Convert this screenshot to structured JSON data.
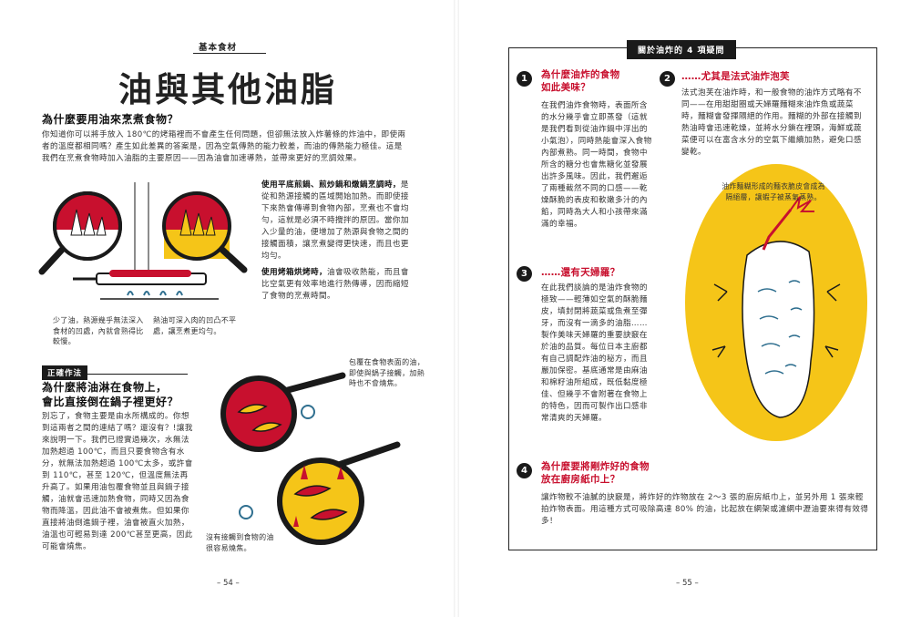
{
  "left_page": {
    "category": "基本食材",
    "title": "油與其他油脂",
    "section1": {
      "heading": "為什麼要用油來烹煮食物？",
      "body": "你知道你可以將手放入 180℃的烤箱裡而不會產生任何問題，但卻無法放入炸薯條的炸油中，即使兩者的溫度都相同嗎？產生如此差異的答案是，因為空氣傳熱的能力較差，而油的傳熱能力極佳。這是我們在烹煮食物時加入油脂的主要原因——因為油會加速導熱，並帶來更好的烹調效果。"
    },
    "pan_text": {
      "heading": "使用平底煎鍋、煎炒鍋和燉鍋烹調時，",
      "body": "是從和熱源接觸的區域開始加熱。而即使接下來熱會傳導到食物內部，烹煮也不會均勻，這就是必須不時攪拌的原因。當你加入少量的油，便增加了熱源與食物之間的接觸面積，讓烹煮變得更快速，而且也更均勻。"
    },
    "oven_text": {
      "heading": "使用烤箱烘烤時，",
      "body": "油會吸收熱能，而且會比空氣更有效率地進行熱傳導，因而縮短了食物的烹煮時間。"
    },
    "caption_left": "少了油，熱源幾乎無法深入食材的凹處，內就會熟得比較慢。",
    "caption_right": "熱油可深入肉的凹凸不平處，讓烹煮更均勻。",
    "tag": "正確作法",
    "section2": {
      "heading_line1": "為什麼將油淋在食物上，",
      "heading_line2": "會比直接倒在鍋子裡更好？",
      "body": "別忘了，食物主要是由水所構成的。你想到這兩者之間的連結了嗎？還沒有？!讓我來說明一下。我們已證實過幾次，水無法加熱超過 100℃，而且只要食物含有水分，就無法加熱超過 100℃太多，或許會到 110℃，甚至 120℃，但溫度無法再升高了。如果用油包覆食物並且與鍋子接觸，油就會迅速加熱食物，同時又因為食物而降溫，因此油不會被煮焦。但如果你直接將油倒進鍋子裡，油會被直火加熱，油溫也可輕易到達 200℃甚至更高，因此可能會燒焦。"
    },
    "caption_wrap": "包覆在食物表面的油，即使與鍋子接觸，加熱時也不會燒焦。",
    "caption_bare": "沒有接觸到食物的油很容易燒焦。",
    "page_number": "– 54 –"
  },
  "right_page": {
    "box_header": "關於油炸的 4 項疑問",
    "q1": {
      "num": "1",
      "title_line1": "為什麼油炸的食物",
      "title_line2": "如此美味？",
      "body": "在我們油炸食物時，表面所含的水分幾乎會立即蒸發（這就是我們看到從油炸鍋中浮出的小氣泡），同時熱能會深入食物內部煮熟。同一時間，食物中所含的糖分也會焦糖化並發展出許多風味。因此，我們邂逅了兩種截然不同的口感——乾燥酥脆的表皮和軟嫩多汁的內餡，同時為大人和小孩帶來滿滿的幸福。"
    },
    "q2": {
      "num": "2",
      "title": "……尤其是法式油炸泡芙",
      "body": "法式泡芙在油炸時，和一般食物的油炸方式略有不同——在用甜甜圈或天婦羅麵糊來油炸魚或蔬菜時，麵糊會發揮隔絕的作用。麵糊的外部在接觸到熱油時會迅速乾燥，並將水分鎖在裡頭，海鮮或蔬菜便可以在富含水分的空氣下繼續加熱，避免口感變乾。"
    },
    "shrimp_caption": "油炸麵糊形成的麵衣脆皮會成為隔絕層，讓蝦子被蒸氣蒸熟。",
    "q3": {
      "num": "3",
      "title": "……還有天婦羅？",
      "body": "在此我們談論的是油炸食物的極致——輕薄如空氣的酥脆麵皮，填封閉將蔬菜或魚煮至彈牙，而沒有一滴多的油脂……製作美味天婦羅的重要訣竅在於油的品質。每位日本主廚都有自己調配炸油的秘方，而且嚴加保密。基底通常是由麻油和棉籽油所組成，既低黏度極佳、但幾乎不會附著在食物上的特色，因而可製作出口感非常清爽的天婦羅。"
    },
    "q4": {
      "num": "4",
      "title_line1": "為什麼要將剛炸好的食物",
      "title_line2": "放在廚房紙巾上？",
      "body": "讓炸物較不油膩的訣竅是，將炸好的炸物放在 2～3 張的廚房紙巾上，並另外用 1 張來輕拍炸物表面。用這種方式可吸除高達 80% 的油，比起放在網架或濾網中瀝油要來得有效得多！"
    },
    "page_number": "– 55 –"
  },
  "colors": {
    "accent_red": "#c8102e",
    "yellow": "#f5c518",
    "black": "#1a1a1a",
    "teal": "#2f6f8f"
  }
}
